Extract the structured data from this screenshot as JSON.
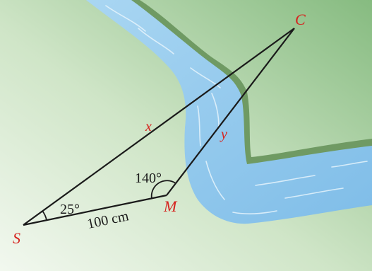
{
  "points": {
    "s": "S",
    "m": "M",
    "c": "C"
  },
  "sides": {
    "x": "x",
    "y": "y",
    "sm": "100 cm"
  },
  "angles": {
    "at_s": "25°",
    "at_m": "140°"
  },
  "colors": {
    "land_light": "#eef6ea",
    "land_dark": "#7fb57a",
    "river": "#8cc6ec",
    "river_bank": "#6f9a63",
    "line": "#1a1a1a",
    "label_red": "#d6231f"
  }
}
